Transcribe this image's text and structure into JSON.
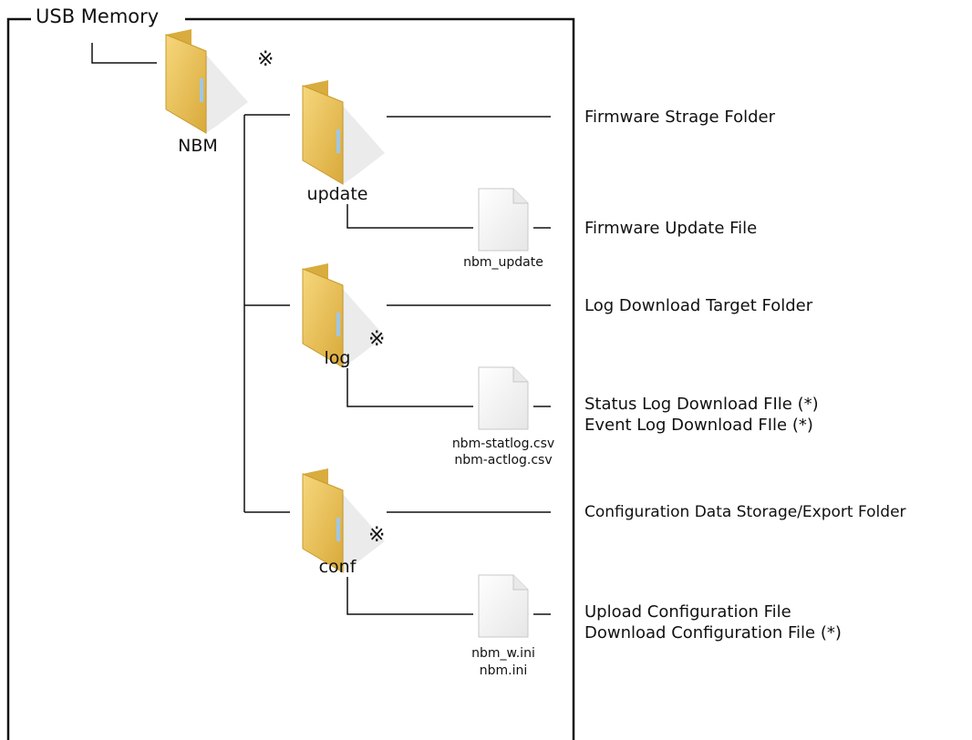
{
  "frame": {
    "title": "USB Memory"
  },
  "root": {
    "name": "NBM",
    "marker": "※"
  },
  "folders": [
    {
      "name": "update",
      "marker": "",
      "description": "Firmware Strage Folder"
    },
    {
      "name": "log",
      "marker": "※",
      "description": "Log Download Target Folder"
    },
    {
      "name": "conf",
      "marker": "※",
      "description": "Configuration Data Storage/Export Folder"
    }
  ],
  "files": [
    {
      "names": [
        "nbm_update"
      ],
      "descriptions": [
        "Firmware Update File"
      ]
    },
    {
      "names": [
        "nbm-statlog.csv",
        "nbm-actlog.csv"
      ],
      "descriptions": [
        "Status Log Download FIle (*)",
        "Event Log Download FIle (*)"
      ]
    },
    {
      "names": [
        "nbm_w.ini",
        "nbm.ini"
      ],
      "descriptions": [
        "Upload Configuration File",
        "Download Configuration File (*)"
      ]
    }
  ],
  "colors": {
    "line": "#111111",
    "folder": "#e8c055",
    "folder_dark": "#c99a2c",
    "folder_tab": "#d9ac3f",
    "file": "#f4f4f4",
    "file_edge": "#c8c8c8"
  },
  "icons": {
    "folder": "folder-icon",
    "file": "file-icon"
  }
}
